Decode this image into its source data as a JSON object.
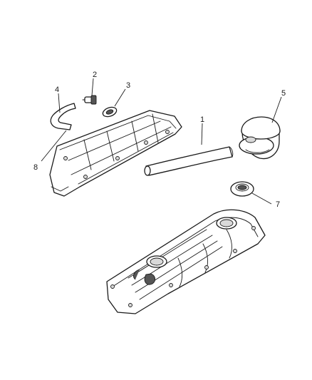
{
  "callouts": [
    {
      "id": "1",
      "label": "1"
    },
    {
      "id": "2",
      "label": "2"
    },
    {
      "id": "3",
      "label": "3"
    },
    {
      "id": "4",
      "label": "4"
    },
    {
      "id": "5",
      "label": "5"
    },
    {
      "id": "7",
      "label": "7"
    },
    {
      "id": "8",
      "label": "8"
    }
  ],
  "parts": [
    {
      "callout": "1",
      "part": "breather-hose"
    },
    {
      "callout": "2",
      "part": "pcv-valve"
    },
    {
      "callout": "3",
      "part": "grommet"
    },
    {
      "callout": "4",
      "part": "pcv-hose"
    },
    {
      "callout": "5",
      "part": "oil-filler-cap"
    },
    {
      "callout": "7",
      "part": "filler-grommet"
    },
    {
      "callout": "8",
      "part": "valve-cover-left"
    }
  ],
  "colors": {
    "line": "#1a1a1a",
    "background": "#ffffff",
    "shade": "#d9d9d9"
  }
}
